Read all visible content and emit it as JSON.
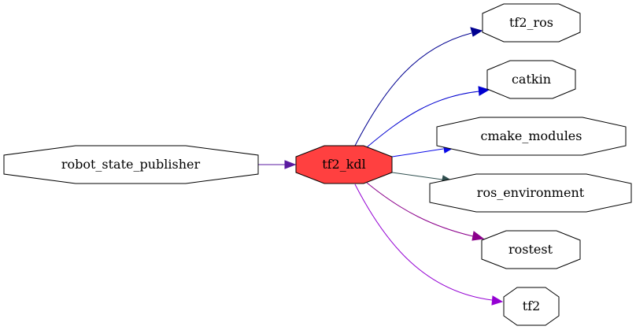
{
  "graph": {
    "nodes": [
      {
        "id": "robot_state_publisher",
        "label": "robot_state_publisher",
        "fill": "#ffffff"
      },
      {
        "id": "tf2_kdl",
        "label": "tf2_kdl",
        "fill": "#ff4040"
      },
      {
        "id": "tf2_ros",
        "label": "tf2_ros",
        "fill": "#ffffff"
      },
      {
        "id": "catkin",
        "label": "catkin",
        "fill": "#ffffff"
      },
      {
        "id": "cmake_modules",
        "label": "cmake_modules",
        "fill": "#ffffff"
      },
      {
        "id": "ros_environment",
        "label": "ros_environment",
        "fill": "#ffffff"
      },
      {
        "id": "rostest",
        "label": "rostest",
        "fill": "#ffffff"
      },
      {
        "id": "tf2",
        "label": "tf2",
        "fill": "#ffffff"
      }
    ],
    "edges": [
      {
        "from": "robot_state_publisher",
        "to": "tf2_kdl",
        "color": "#5a1aa0"
      },
      {
        "from": "tf2_kdl",
        "to": "tf2_ros",
        "color": "#000090"
      },
      {
        "from": "tf2_kdl",
        "to": "catkin",
        "color": "#0000d0"
      },
      {
        "from": "tf2_kdl",
        "to": "cmake_modules",
        "color": "#0a0ae8"
      },
      {
        "from": "tf2_kdl",
        "to": "ros_environment",
        "color": "#2f4f4f"
      },
      {
        "from": "tf2_kdl",
        "to": "rostest",
        "color": "#8b008b"
      },
      {
        "from": "tf2_kdl",
        "to": "tf2",
        "color": "#9400d3"
      }
    ]
  }
}
